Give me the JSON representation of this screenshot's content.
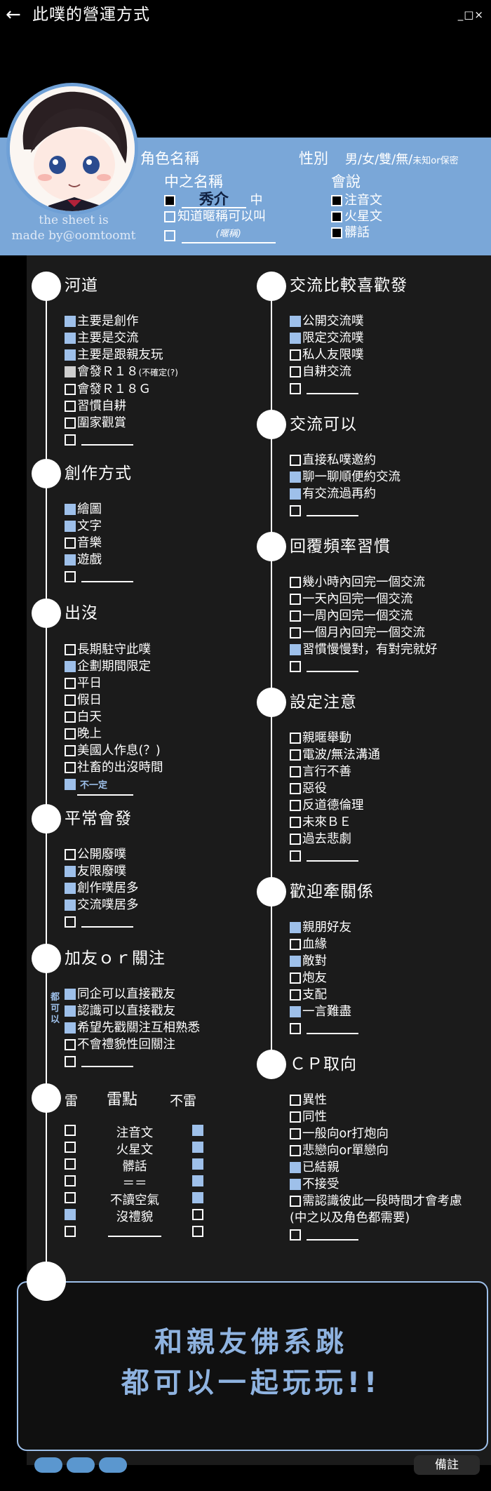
{
  "header": {
    "back_icon": "←",
    "title": "此噗的營運方式",
    "window_controls": "_□×"
  },
  "profile": {
    "credit_line1": "the sheet is",
    "credit_line2": "made by@oomtoomt",
    "role_label": "角色名稱",
    "gender_label": "性別",
    "gender_options": "男/女/雙/無/",
    "gender_unknown": "未知or保密",
    "owner_label": "中之名稱",
    "owner_name": "秀介",
    "owner_suffix": "中",
    "nick_text": "知道暱稱可以叫",
    "nick_placeholder": "(暱稱)",
    "lang_label": "會說",
    "lang_1": "注音文",
    "lang_2": "火星文",
    "lang_3": "髒話"
  },
  "left": {
    "s1": {
      "title": "河道",
      "items": [
        "主要是創作",
        "主要是交流",
        "主要是跟親友玩",
        "會發Ｒ１８",
        "會發Ｒ１８Ｇ",
        "習慣自耕",
        "圍家觀賞"
      ],
      "r18_note": "(不確定(?)"
    },
    "s2": {
      "title": "創作方式",
      "items": [
        "繪圖",
        "文字",
        "音樂",
        "遊戲"
      ]
    },
    "s3": {
      "title": "出沒",
      "items": [
        "長期駐守此噗",
        "企劃期間限定",
        "平日",
        "假日",
        "白天",
        "晚上",
        "美國人作息(？)",
        "社畜的出沒時間"
      ],
      "extra": "不一定"
    },
    "s4": {
      "title": "平常會發",
      "items": [
        "公開廢噗",
        "友限廢噗",
        "創作噗居多",
        "交流噗居多"
      ]
    },
    "s5": {
      "title": "加友ｏｒ關注",
      "side": "都可以",
      "items": [
        "同企可以直接戳友",
        "認識可以直接戳友",
        "希望先戳關注互相熟悉",
        "不會禮貌性回關注"
      ]
    },
    "s6": {
      "title": "雷",
      "mid": "雷點",
      "right": "不雷",
      "rows": [
        "注音文",
        "火星文",
        "髒話",
        "＝＝",
        "不讀空氣",
        "沒禮貌"
      ]
    }
  },
  "right": {
    "s1": {
      "title": "交流比較喜歡發",
      "items": [
        "公開交流噗",
        "限定交流噗",
        "私人友限噗",
        "自耕交流"
      ]
    },
    "s2": {
      "title": "交流可以",
      "items": [
        "直接私噗邀約",
        "聊一聊順便約交流",
        "有交流過再約"
      ]
    },
    "s3": {
      "title": "回覆頻率習慣",
      "items": [
        "幾小時內回完一個交流",
        "一天內回完一個交流",
        "一周內回完一個交流",
        "一個月內回完一個交流",
        "習慣慢慢對，有對完就好"
      ]
    },
    "s4": {
      "title": "設定注意",
      "items": [
        "親暱舉動",
        "電波/無法溝通",
        "言行不善",
        "惡役",
        "反道德倫理",
        "未來ＢＥ",
        "過去悲劇"
      ]
    },
    "s5": {
      "title": "歡迎牽關係",
      "items": [
        "親朋好友",
        "血緣",
        "敵對",
        "炮友",
        "支配",
        "一言難盡"
      ]
    },
    "s6": {
      "title": "ＣＰ取向",
      "items": [
        "異性",
        "同性",
        "一般向or打炮向",
        "悲戀向or單戀向",
        "已結親",
        "不接受",
        "需認識彼此一段時間才會考慮"
      ],
      "note": "(中之以及角色都需要)"
    }
  },
  "bottom": {
    "line1": "和親友佛系跳",
    "line2": "都可以一起玩玩!!",
    "note_button": "備註"
  },
  "colors": {
    "accent": "#7aa7d8",
    "check": "#9ec0ea",
    "panel": "#1b1b1b"
  }
}
